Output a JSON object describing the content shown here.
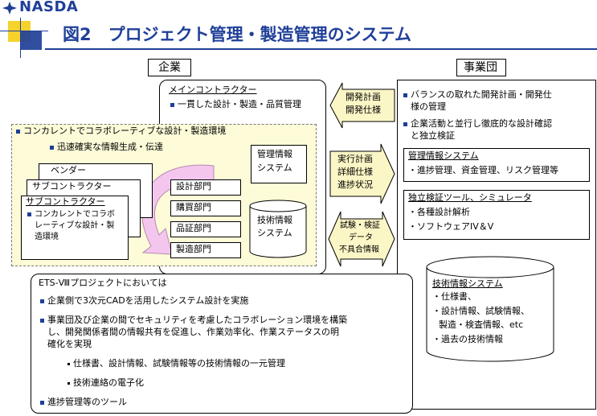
{
  "logo": {
    "text": "NASDA",
    "color": "#1f3f99"
  },
  "title": "図2　プロジェクト管理・製造管理のシステム",
  "colors": {
    "title": "#1f3f99",
    "accent_yellow": "#f6d22d",
    "accent_blue": "#1f3f99",
    "light_yellow": "#fdfbd8",
    "arrow_fill": "#fbf6c6",
    "pink": "#f4c6ee"
  },
  "company": {
    "label": "企業",
    "main_contractor": {
      "title": "メインコントラクター",
      "item": "一貫した設計・製造・品質管理"
    },
    "concurrent": {
      "title": "コンカレントでコラボレーティブな設計・製造環境",
      "sub": "迅速確実な情報生成・伝達",
      "vendor": "ベンダー",
      "subcon1": "サブコントラクター",
      "subcon2": {
        "title": "サブコントラクター",
        "item": "コンカレントでコラボレーティブな設計・製造環境",
        "lines": [
          "コンカレントでコラボ",
          "レーティブな設計・製",
          "造環境"
        ]
      },
      "departments": [
        "設計部門",
        "購買部門",
        "品証部門",
        "製造部門"
      ],
      "mgmt_system": [
        "管理情報",
        "システム"
      ],
      "tech_system": [
        "技術情報",
        "システム"
      ]
    }
  },
  "arrows": {
    "a1": [
      "開発計画",
      "開発仕様"
    ],
    "a2": [
      "実行計画",
      "詳細仕様",
      "進捗状況"
    ],
    "a3": [
      "試験・検証",
      "データ",
      "不具合情報"
    ]
  },
  "agency": {
    "label": "事業団",
    "bullets": [
      {
        "text": "バランスの取れた開発計画・開発仕様の管理",
        "lines": [
          "バランスの取れた開発計画・開発仕",
          "様の管理"
        ]
      },
      {
        "text": "企業活動と並行し徹底的な設計確認と独立検証",
        "lines": [
          "企業活動と並行し徹底的な設計確認",
          "と独立検証"
        ]
      }
    ],
    "mgmt": {
      "title": "管理情報システム",
      "item": "・進捗管理、資金管理、リスク管理等"
    },
    "verify": {
      "title": "独立検証ツール、シミュレータ",
      "items": [
        "・各種設計解析",
        "・ソフトウェアIV＆V"
      ]
    },
    "tech": {
      "title": "技術情報システム",
      "items": [
        "・仕様書、",
        "・設計情報、試験情報、",
        "製造・検査情報、etc",
        "・過去の技術情報"
      ]
    }
  },
  "ets": {
    "heading": "ETS-Ⅷプロジェクトにおいては",
    "b1": "企業側で3次元CADを活用したシステム設計を実施",
    "b2": {
      "text": "事業団及び企業の間でセキュリティを考慮したコラボレーション環境を構築し、開発関係者間の情報共有を促進し、作業効率化、作業ステータスの明確化を実現",
      "lines": [
        "事業団及び企業の間でセキュリティを考慮したコラボレーション環境を構築",
        "し、開発関係者間の情報共有を促進し、作業効率化、作業ステータスの明",
        "確化を実現"
      ]
    },
    "sub1": "仕様書、設計情報、試験情報等の技術情報の一元管理",
    "sub2": "技術連絡の電子化",
    "b3": "進捗管理等のツール"
  }
}
